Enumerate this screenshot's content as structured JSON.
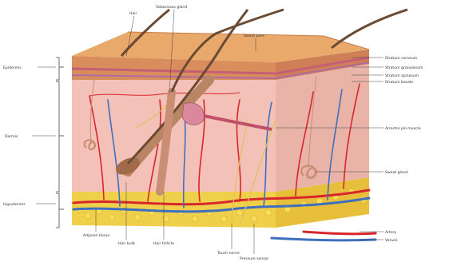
{
  "labels": {
    "hair": "Hair",
    "sebaceous_gland": "Sebaceous gland",
    "sweat_pore": "Sweat pore",
    "epidermis": "Epidermis",
    "dermis": "Dermis",
    "hypodermis": "Hypodermis",
    "stratum_corneum": "Stratum corneum",
    "stratum_granulosum": "Stratum granulosum",
    "stratum_spinosum": "Stratum spinosum",
    "stratum_basale": "Stratum basale",
    "arrector_pili": "Arrector pili muscle",
    "sweat_gland": "Sweat gland",
    "artery": "Artery",
    "venule": "Venule",
    "adipose_tissue": "Adipose tissue",
    "hair_bulb": "Hair bulb",
    "hair_follicle": "Hair follicle",
    "touch_nerve": "Touch nerve",
    "pressure_sensor": "Pressure sensor"
  },
  "colors": {
    "epidermis_top": "#e8a96a",
    "epidermis_side": "#d98d5c",
    "dermis": "#f3c1b8",
    "hypodermis": "#f0d04a",
    "artery": "#d8262c",
    "vein": "#3f6fbf",
    "hair": "#6b4a33",
    "gland": "#c98e74",
    "label_line": "#444444"
  }
}
